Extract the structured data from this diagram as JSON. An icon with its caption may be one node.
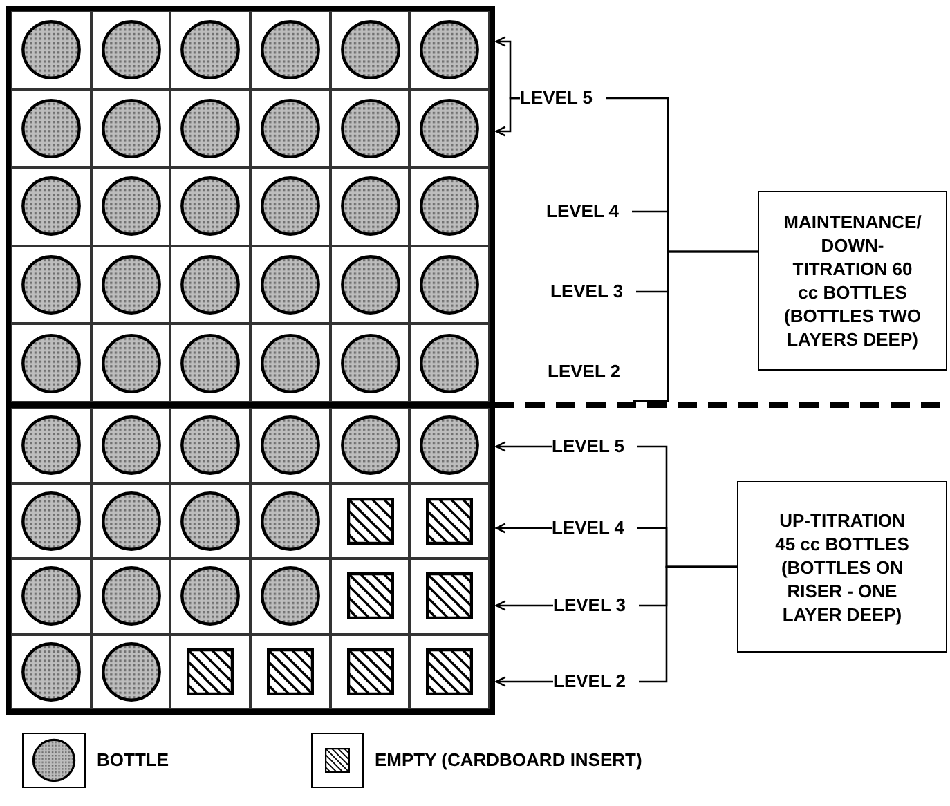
{
  "diagram": {
    "nodes": [
      {
        "text": [],
        "shape": "box"
      },
      {
        "text": [],
        "shape": "box"
      },
      {
        "text": [
          "LEVEL 5"
        ]
      },
      {
        "text": [
          "LEVEL 4"
        ]
      },
      {
        "text": [
          "LEVEL 3"
        ]
      },
      {
        "text": [
          "LEVEL 2"
        ]
      },
      {
        "text": [
          "MAINTENANCE/ DOWN-TITRATION 60 cc BOTTLES (BOTTLES TWO LAYERS DEEP)"
        ]
      },
      {
        "text": [
          "LEVEL 5"
        ]
      },
      {
        "text": [
          "LEVEL 4"
        ]
      },
      {
        "text": [
          "LEVEL 3"
        ]
      },
      {
        "text": [
          "LEVEL 2"
        ]
      },
      {
        "text": [
          "UP-TITRATION 45 cc BOTTLES (BOTTLES ON RISER - ONE LAYER DEEP)"
        ]
      }
    ],
    "edges": [
      {
        "from": 2,
        "to": 0,
        "arrow": "to"
      },
      {
        "from": 2,
        "to": 0,
        "arrow": "to"
      },
      {
        "from": 2,
        "to": 6,
        "arrow": "none"
      },
      {
        "from": 3,
        "to": 6,
        "arrow": "none"
      },
      {
        "from": 4,
        "to": 6,
        "arrow": "none"
      },
      {
        "from": 5,
        "to": 6,
        "arrow": "none"
      },
      {
        "from": 7,
        "to": 1,
        "arrow": "to"
      },
      {
        "from": 8,
        "to": 1,
        "arrow": "to"
      },
      {
        "from": 9,
        "to": 1,
        "arrow": "to"
      },
      {
        "from": 10,
        "to": 1,
        "arrow": "to"
      },
      {
        "from": 7,
        "to": 11,
        "arrow": "none"
      },
      {
        "from": 8,
        "to": 11,
        "arrow": "none"
      },
      {
        "from": 9,
        "to": 11,
        "arrow": "none"
      },
      {
        "from": 10,
        "to": 11,
        "arrow": "none"
      }
    ],
    "legend": [
      {
        "text": "BOTTLE"
      },
      {
        "text": "EMPTY (CARDBOARD INSERT)"
      }
    ]
  }
}
